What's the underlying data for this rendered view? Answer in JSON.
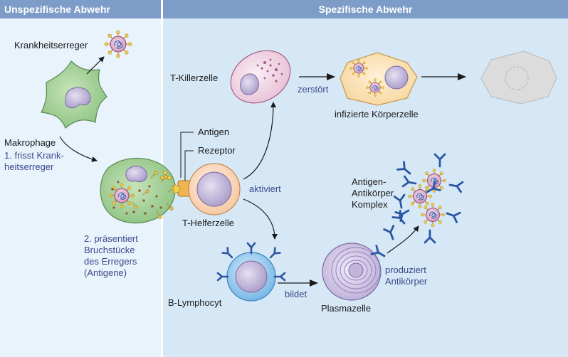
{
  "colors": {
    "header": "#7d9cc8",
    "panel_left": "#e9f3fb",
    "panel_right": "#d6e8f6",
    "macrophage": "#a6d19a",
    "nucleus": "#c8bedf",
    "tkiller": "#f2dbe8",
    "infected_cell": "#fbe3b4",
    "helper": "#fbdcc1",
    "blymph": "#9ecdef",
    "plasma": "#dad1ea",
    "dead_cell": "#dcdcdc",
    "antibody": "#2a56a4",
    "text_blue": "#3c4a8c"
  },
  "headers": {
    "left": "Unspezifische Abwehr",
    "right": "Spezifische Abwehr"
  },
  "labels": {
    "krankheitserreger": "Krankheitserreger",
    "makrophage": "Makrophage",
    "frisst_1": "1. frisst Krank-",
    "frisst_2": "heitserreger",
    "praesentiert_1": "2. präsentiert",
    "praesentiert_2": "Bruchstücke",
    "praesentiert_3": "des Erregers",
    "praesentiert_4": "(Antigene)",
    "antigen": "Antigen",
    "rezeptor": "Rezeptor",
    "t_helferzelle": "T-Helferzelle",
    "t_killerzelle": "T-Killerzelle",
    "zerstoert": "zerstört",
    "infizierte": "infizierte Körperzelle",
    "aktiviert": "aktiviert",
    "b_lymphocyt": "B-Lymphocyt",
    "bildet": "bildet",
    "plasmazelle": "Plasmazelle",
    "produziert_1": "produziert",
    "produziert_2": "Antikörper",
    "komplex_1": "Antigen-",
    "komplex_2": "Antikörper",
    "komplex_3": "Komplex"
  }
}
